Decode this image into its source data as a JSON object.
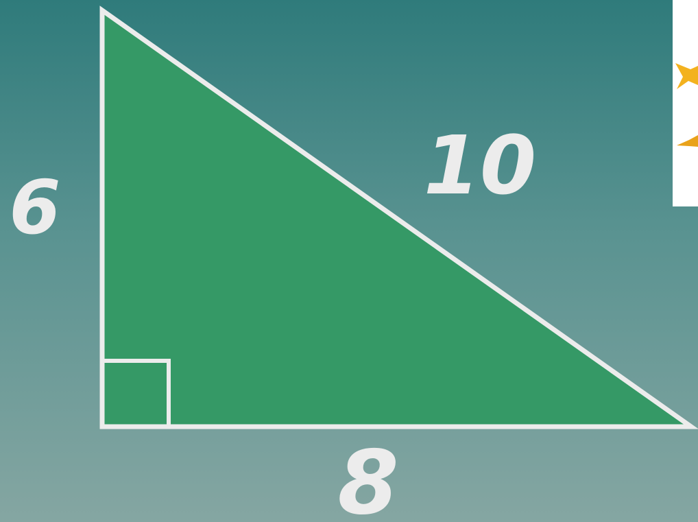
{
  "diagram": {
    "type": "right-triangle",
    "legs": {
      "vertical": {
        "label": "6"
      },
      "horizontal": {
        "label": "8"
      }
    },
    "hypotenuse": {
      "label": "10"
    },
    "right_angle_marker": true
  },
  "colors": {
    "background_top": "#2f7b7b",
    "background_bottom": "#85a6a2",
    "triangle_fill": "#359966",
    "outline": "#ececec",
    "labels": "#ececec",
    "decoration": "#f3b21f"
  },
  "decoration": {
    "icon": "sun-sparkle-icon"
  }
}
